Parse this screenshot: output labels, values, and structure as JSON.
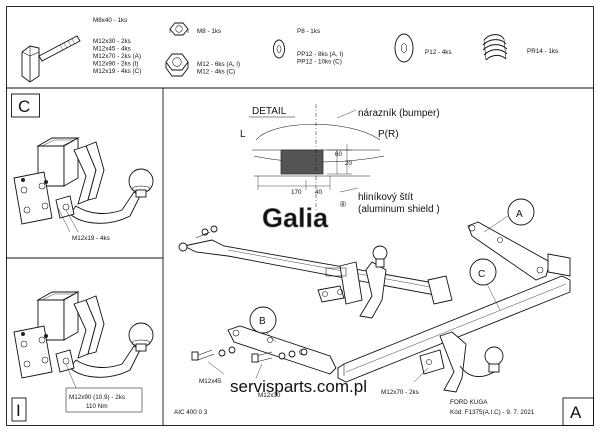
{
  "hardware": {
    "bolt": {
      "label": "M8x40 - 1ks",
      "sizes": [
        "M12x30 - 2ks",
        "M12x45 - 4ks",
        "M12x70 - 2ks (A)",
        "M12x90 - 2ks (I)",
        "M12x19 - 4ks (C)"
      ]
    },
    "nut": {
      "m8": "M8 - 1ks",
      "m12": [
        "M12 - 6ks (A, I)",
        "M12 - 4ks (C)"
      ]
    },
    "washer_p8": {
      "label": "P8 - 1ks",
      "sizes": [
        "PP12 - 8ks (A, I)",
        "PP12 - 10ks (C)"
      ]
    },
    "washer_p12": {
      "label": "P12 - 4ks"
    },
    "spring": {
      "label": "PR14 - 1ks"
    }
  },
  "panel_c": {
    "letter": "C",
    "bolt_label": "M12x19 - 4ks"
  },
  "panel_i": {
    "letter": "I",
    "bolt_label": "M12x90 (10.9) - 2ks",
    "torque": "110 Nm"
  },
  "detail": {
    "title": "DETAIL",
    "bumper": "nárazník (bumper)",
    "left": "L",
    "right": "P(R)",
    "dim1": "170",
    "dim2": "40",
    "dim3": "60",
    "dim4": "20",
    "shield1": "hliníkový štít",
    "shield2": "(aluminum shield )"
  },
  "brand": {
    "logo": "Galia",
    "mark": "®"
  },
  "main": {
    "labels": [
      "A",
      "B",
      "C"
    ],
    "bolt_m12x45": "M12x45",
    "bolt_m12x30": "M12x30",
    "bolt_m12x70": "M12x70 - 2ks"
  },
  "footer": {
    "code": "AIC 400 0 3",
    "model": "FORD KUGA",
    "ref": "Kód: F1375(A.I.C) - 9. 7. 2021",
    "letter": "A"
  },
  "watermark": "servisparts.com.pl"
}
